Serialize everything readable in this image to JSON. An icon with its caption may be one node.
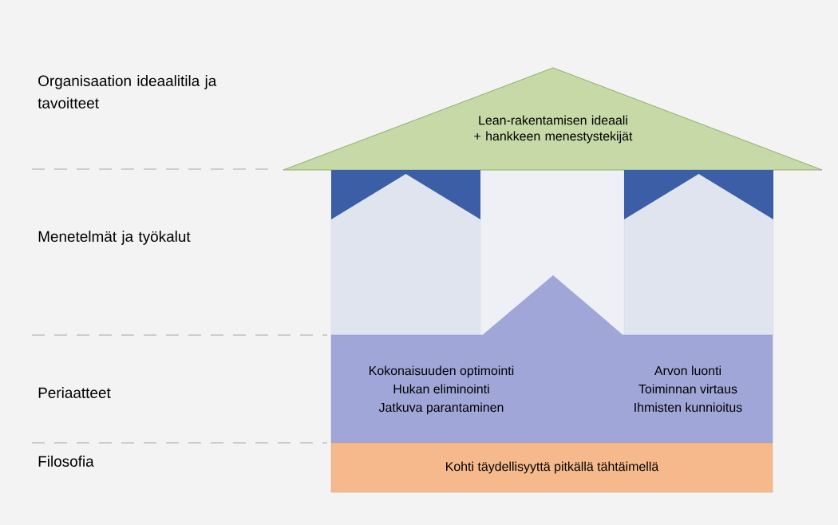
{
  "diagram": {
    "nodes": [
      {
        "text": [
          "Lean-rakentamisen ideaali + hankkeen menestystekijät"
        ]
      },
      {
        "text": [],
        "shape": "box"
      },
      {
        "text": [],
        "shape": "box"
      },
      {
        "text": [
          "Kokonaisuuden optimointi",
          "Hukan eliminointi",
          "Jatkuva parantaminen",
          "Arvon luonti",
          "Toiminnan virtaus",
          "Ihmisten kunnioitus"
        ]
      },
      {
        "text": [
          "Kohti täydellisyyttä pitkällä tähtäimellä"
        ]
      }
    ],
    "edges": [],
    "labels": [
      "Organisaation ideaalitila ja tavoitteet",
      "Menetelmät ja työkalut",
      "Periaatteet",
      "Filosofia"
    ]
  }
}
